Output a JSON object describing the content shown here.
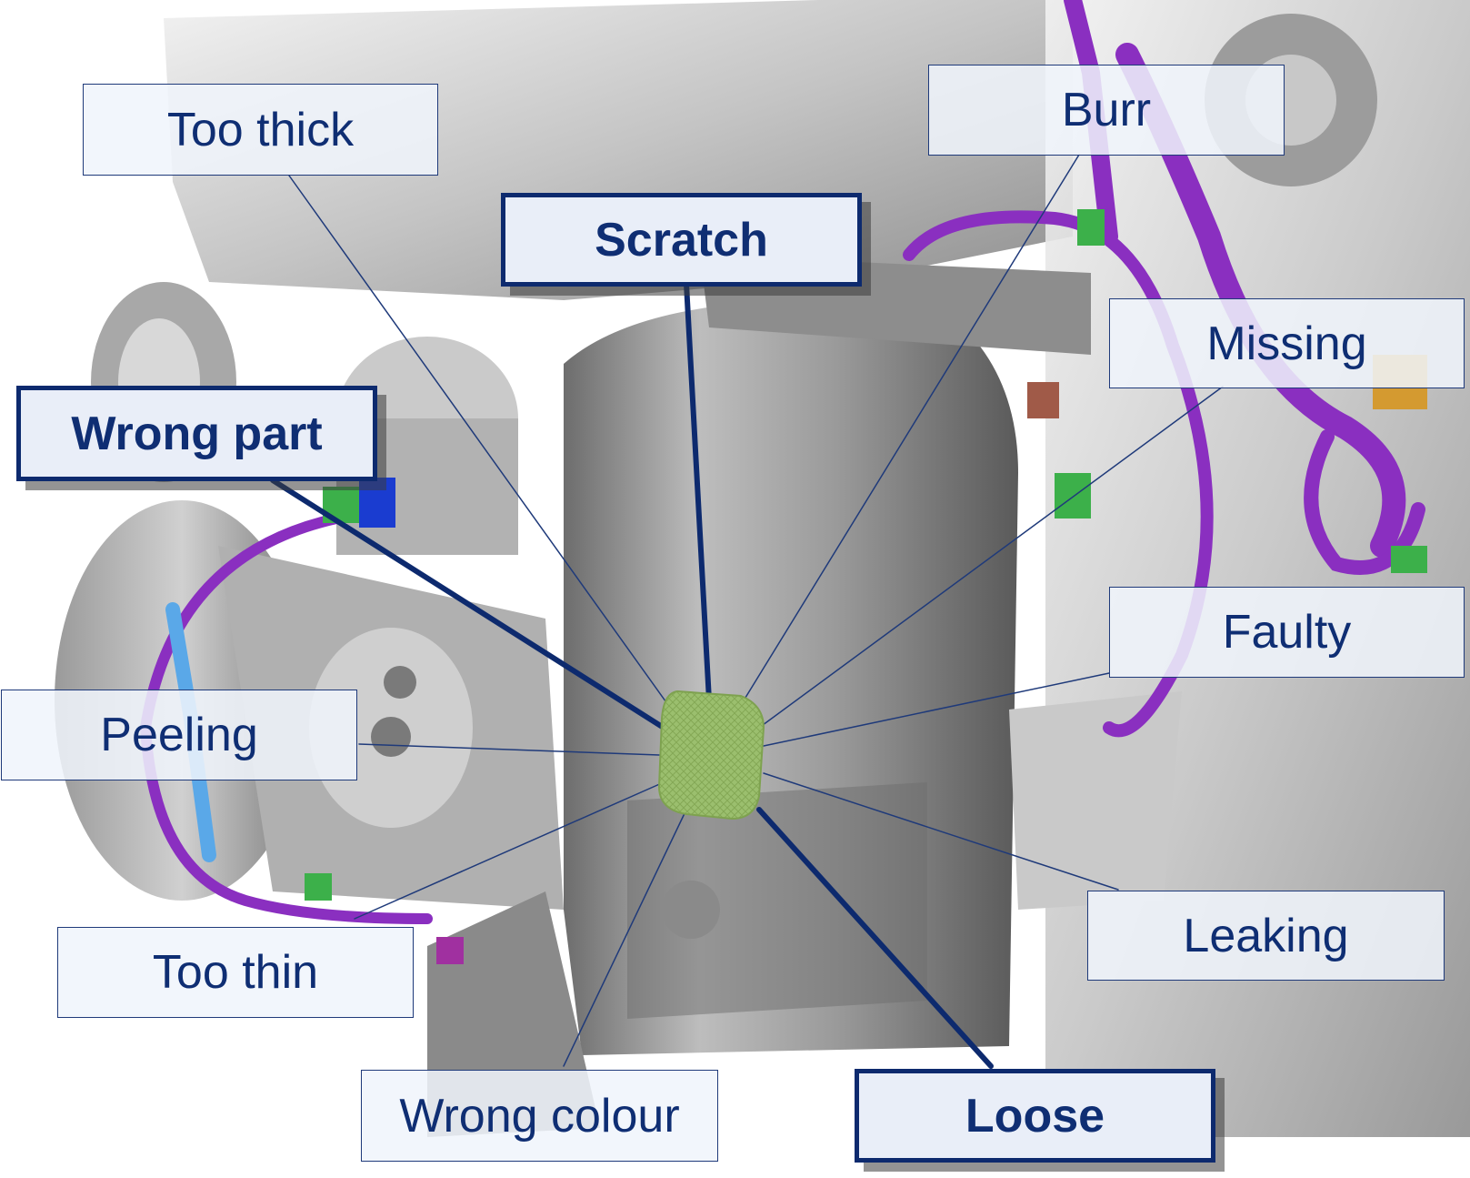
{
  "diagram": {
    "labels": {
      "too_thick": "Too thick",
      "burr": "Burr",
      "scratch": "Scratch",
      "missing": "Missing",
      "wrong_part": "Wrong part",
      "faulty": "Faulty",
      "peeling": "Peeling",
      "leaking": "Leaking",
      "too_thin": "Too thin",
      "wrong_colour": "Wrong colour",
      "loose": "Loose"
    },
    "emphasized_labels": [
      "Scratch",
      "Wrong part",
      "Loose"
    ],
    "colors": {
      "label_text": "#0f2e73",
      "strong_line": "#0d2a6e",
      "thin_line": "#1f3a7a",
      "focus_patch": "#9bbf6e",
      "harness": "#8a2fc0",
      "connector": "#3cb04a",
      "engine_metal": "#b8b8b8"
    }
  }
}
